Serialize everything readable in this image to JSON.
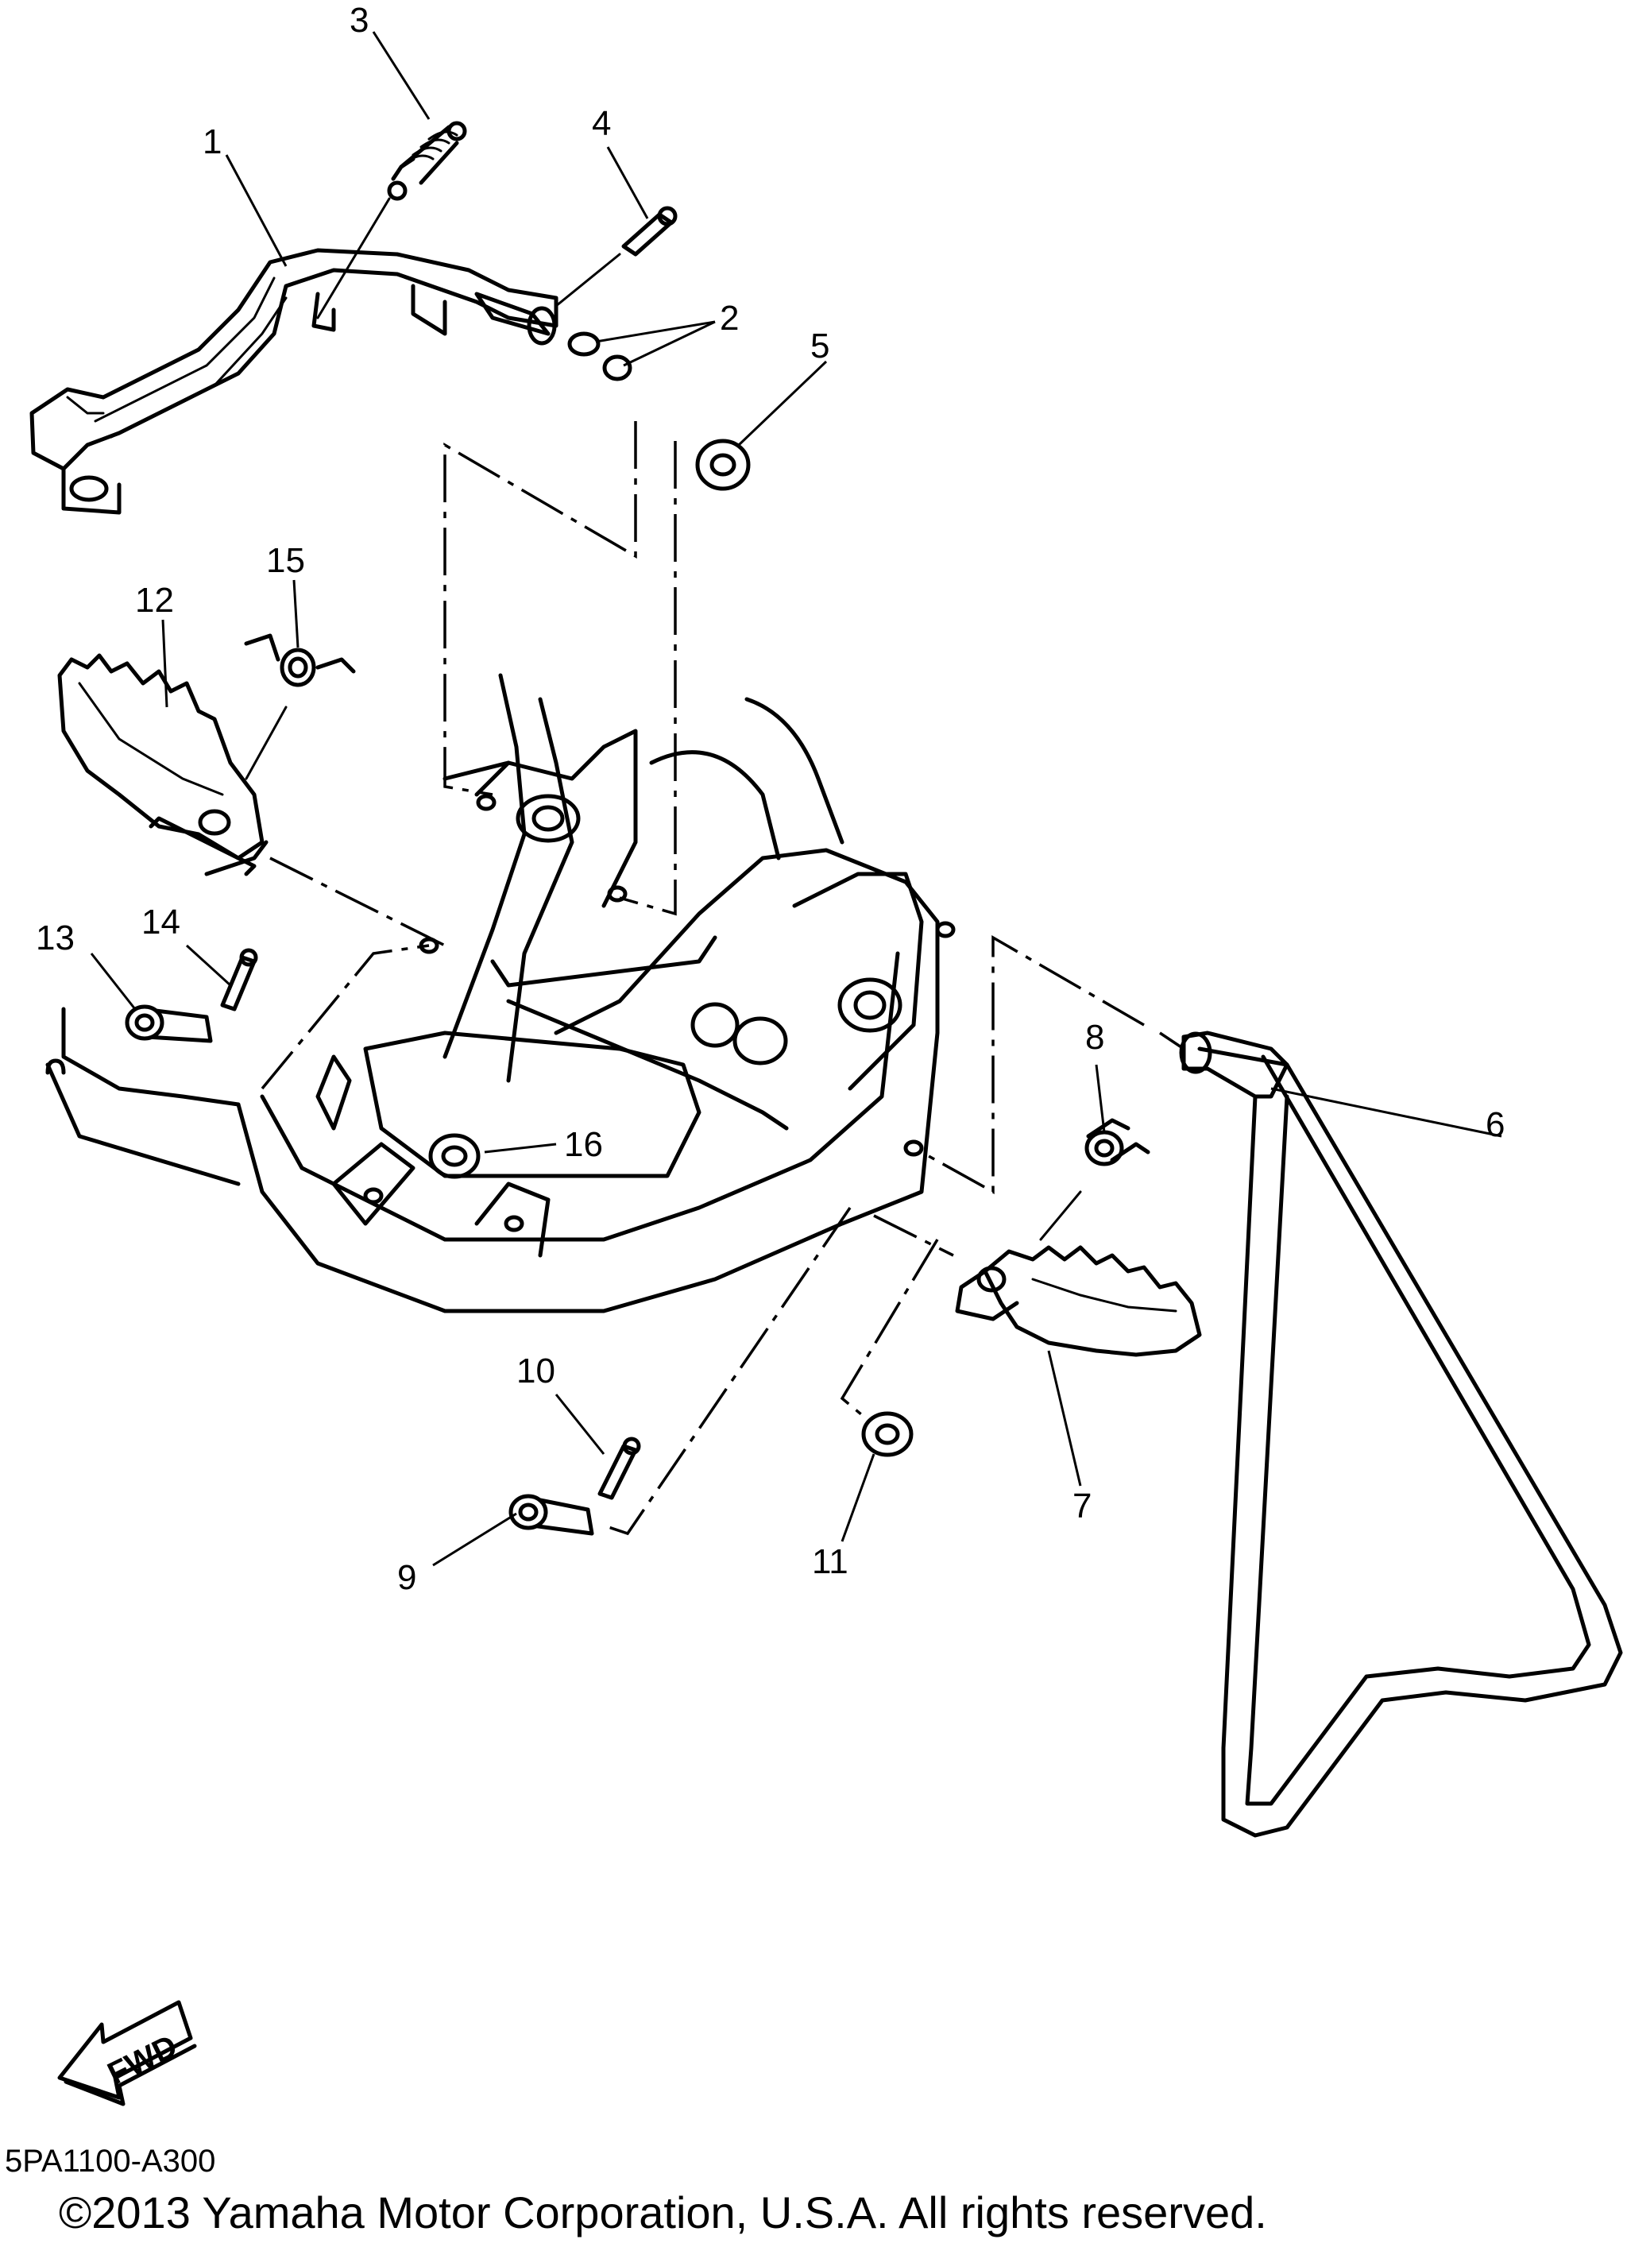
{
  "callouts": [
    "1",
    "2",
    "3",
    "4",
    "5",
    "6",
    "7",
    "8",
    "9",
    "10",
    "11",
    "12",
    "13",
    "14",
    "15",
    "16"
  ],
  "fwd_label": "FWD",
  "drawing_code": "5PA1100-A300",
  "copyright": "©2013 Yamaha Motor Corporation, U.S.A. All rights reserved."
}
